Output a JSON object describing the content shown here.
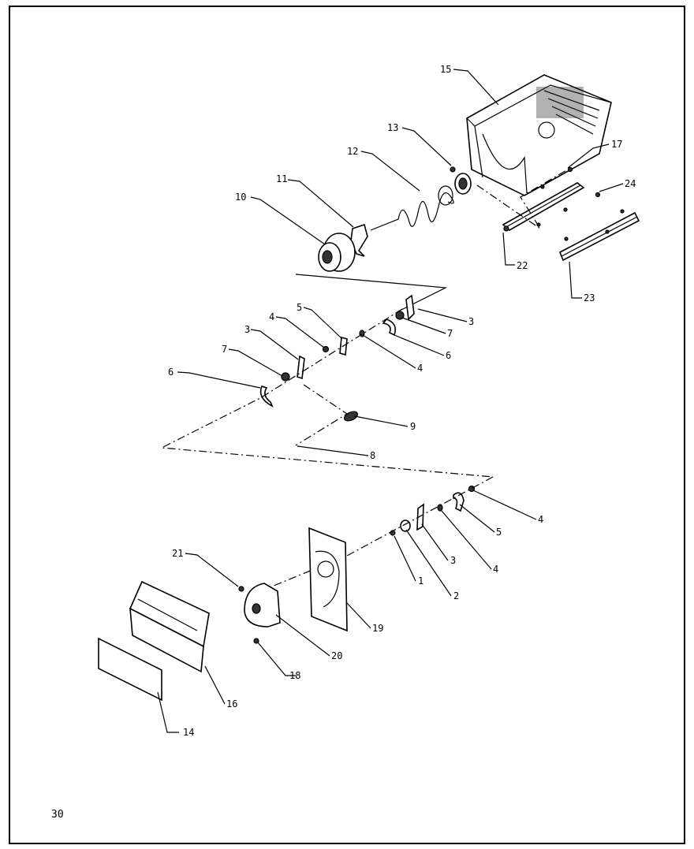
{
  "page_number": "30",
  "callouts": {
    "c15": "15",
    "c13": "13",
    "c12": "12",
    "c17": "17",
    "c11": "11",
    "c10": "10",
    "c24": "24",
    "c22": "22",
    "c23": "23",
    "c5a": "5",
    "c4a": "4",
    "c3a": "3",
    "c7a": "7",
    "c6a": "6",
    "c3b": "3",
    "c7b": "7",
    "c6b": "6",
    "c4b": "4",
    "c9": "9",
    "c8": "8",
    "c21": "21",
    "c4c": "4",
    "c5b": "5",
    "c3c": "3",
    "c4d": "4",
    "c1": "1",
    "c2": "2",
    "c19": "19",
    "c20": "20",
    "c18": "18",
    "c16": "16",
    "c14": "14"
  }
}
